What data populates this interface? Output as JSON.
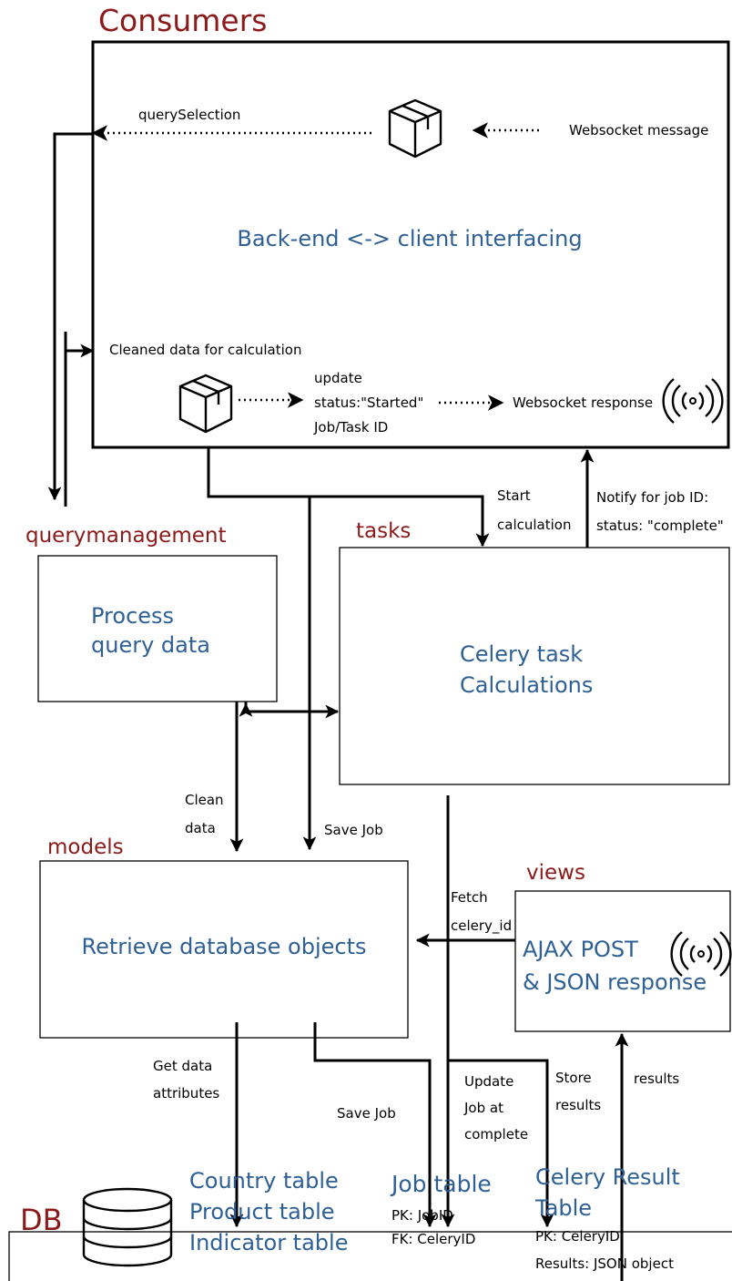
{
  "sections": {
    "consumers": "Consumers",
    "querymanagement": "querymanagement",
    "tasks": "tasks",
    "models": "models",
    "views": "views",
    "db": "DB"
  },
  "consumers_box": {
    "title": "Back-end <-> client interfacing",
    "query_selection": "querySelection",
    "websocket_message": "Websocket message",
    "cleaned_data": "Cleaned data for calculation",
    "update_lines": [
      "update",
      "status:\"Started\"",
      "Job/Task ID"
    ],
    "websocket_response": "Websocket response"
  },
  "querymanagement_box": {
    "lines": [
      "Process",
      "query data"
    ]
  },
  "tasks_box": {
    "lines": [
      "Celery task",
      "Calculations"
    ]
  },
  "models_box": {
    "title": "Retrieve database objects"
  },
  "views_box": {
    "lines": [
      "AJAX POST",
      "& JSON response"
    ]
  },
  "arrow_labels": {
    "start_calc": [
      "Start",
      "calculation"
    ],
    "notify": [
      "Notify for job ID:",
      "status: \"complete\""
    ],
    "clean_data": [
      "Clean",
      "data"
    ],
    "save_job_1": "Save Job",
    "fetch": [
      "Fetch",
      "celery_id"
    ],
    "get_attrs": [
      "Get data",
      "attributes"
    ],
    "save_job_2": "Save Job",
    "update_job": [
      "Update",
      "Job at",
      "complete"
    ],
    "store_results": [
      "Store",
      "results"
    ],
    "results": "results"
  },
  "db": {
    "tables_left": [
      "Country table",
      "Product table",
      "Indicator table"
    ],
    "job_table": {
      "title": "Job table",
      "pk": "PK: JobID",
      "fk": "FK: CeleryID"
    },
    "celery_table": {
      "title": [
        "Celery Result",
        "Table"
      ],
      "pk": "PK: CeleryID",
      "results": "Results: JSON object"
    }
  },
  "icons": [
    "package-icon",
    "package-icon",
    "broadcast-icon",
    "broadcast-icon",
    "database-icon"
  ],
  "colors": {
    "section": "#8b1a1a",
    "box_text": "#2e6096"
  }
}
